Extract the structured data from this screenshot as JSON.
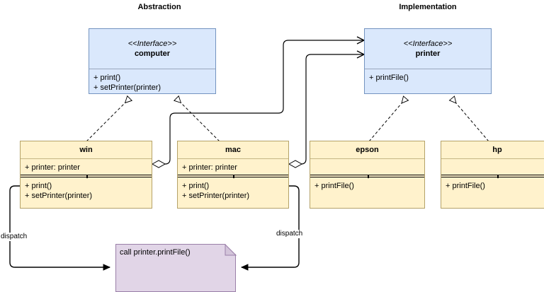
{
  "diagram": {
    "title_groups": [
      {
        "name": "abstraction-group-label",
        "label": "Abstraction"
      },
      {
        "name": "implementation-group-label",
        "label": "Implementation"
      }
    ],
    "colors": {
      "interface_fill": "#dae8fc",
      "interface_stroke": "#7494c0",
      "class_fill": "#fff2cc",
      "class_stroke": "#b5a268",
      "note_fill": "#e1d5e7",
      "note_stroke": "#9a7fa8",
      "line": "#000000",
      "background": "#ffffff"
    }
  },
  "nodes": {
    "computer": {
      "stereotype": "<<Interface>>",
      "name": "computer",
      "attributes": [],
      "methods": [
        "+ print()",
        "+ setPrinter(printer)"
      ]
    },
    "printer": {
      "stereotype": "<<Interface>>",
      "name": "printer",
      "attributes": [],
      "methods": [
        "+ printFile()"
      ]
    },
    "win": {
      "name": "win",
      "attributes": [
        "+ printer: printer"
      ],
      "methods": [
        "+ print()",
        "+ setPrinter(printer)"
      ]
    },
    "mac": {
      "name": "mac",
      "attributes": [
        "+ printer: printer"
      ],
      "methods": [
        "+ print()",
        "+ setPrinter(printer)"
      ]
    },
    "epson": {
      "name": "epson",
      "attributes": [],
      "methods": [
        "+ printFile()"
      ]
    },
    "hp": {
      "name": "hp",
      "attributes": [],
      "methods": [
        "+ printFile()"
      ]
    },
    "note": {
      "text": "call printer.printFile()"
    }
  },
  "edges": {
    "win_dispatch_label": "dispatch",
    "mac_dispatch_label": "dispatch"
  }
}
